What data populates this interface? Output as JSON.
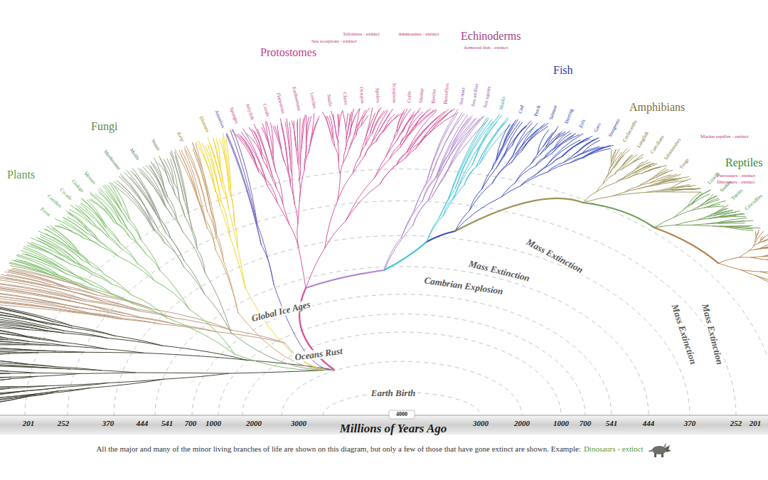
{
  "diagram": {
    "caption": "All the major and many of the minor living branches of life are shown on this diagram, but only a few of those that have gone extinct are shown. Example:",
    "labels": [
      "Plants",
      "Fungi",
      "Protostomes",
      "Echinoderms",
      "Fish",
      "Amphibians",
      "Reptiles",
      "Trilobites - extinct",
      "Sea scorpions - extinct",
      "Ammonites - extinct",
      "Armored fish - extinct",
      "Marine reptiles - extinct",
      "Pterosaurs - extinct",
      "Global Ice Ages",
      "Oceans Rust",
      "Earth Birth",
      "Cambrian Explosion",
      "Mass Extinction",
      "Mass Extinction",
      "Mass Extinction",
      "Mass Extinction",
      "201",
      "252",
      "370",
      "444",
      "541",
      "700",
      "1000",
      "2000",
      "3000",
      "4000",
      "3000",
      "2000",
      "1000",
      "700",
      "541",
      "444",
      "370",
      "252",
      "201",
      "Millions of Years Ago",
      "Dinosaurs - extinct",
      "Dinosaurs - extinct",
      "Ferns",
      "Conifers",
      "Cycads",
      "Ginkgo",
      "Mosses",
      "Mushrooms",
      "Molds",
      "Yeasts",
      "Kelp",
      "Diatoms",
      "Amoebas",
      "Sponges",
      "Jellyfish",
      "Corals",
      "Flatworms",
      "Earthworms",
      "Leeches",
      "Snails",
      "Clams",
      "Octopus",
      "Spiders",
      "Scorpions",
      "Crabs",
      "Shrimp",
      "Beetles",
      "Butterflies",
      "Sea stars",
      "Sea urchins",
      "Sea squirts",
      "Sharks",
      "Cod",
      "Perch",
      "Salmon",
      "Herring",
      "Eels",
      "Gars",
      "Sturgeons",
      "Coelacanths",
      "Lungfish",
      "Caecilians",
      "Salamanders",
      "Frogs",
      "Lizards",
      "Snakes",
      "Turtles",
      "Crocodiles"
    ]
  }
}
